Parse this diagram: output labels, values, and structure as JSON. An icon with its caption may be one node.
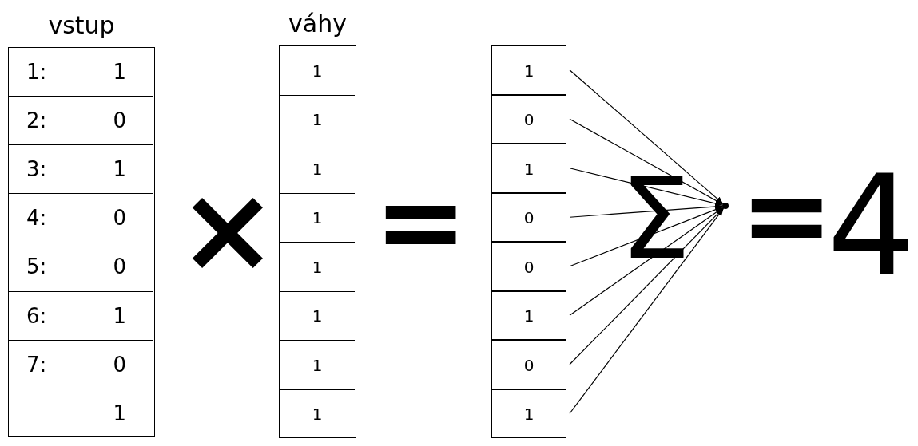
{
  "diagram": {
    "nodes": [
      {
        "text": [
          "vstup"
        ]
      },
      {
        "text": [
          "1:",
          "1"
        ],
        "in": 0
      },
      {
        "text": [
          "2:",
          "0"
        ],
        "in": 0
      },
      {
        "text": [
          "3:",
          "1"
        ],
        "in": 0
      },
      {
        "text": [
          "4:",
          "0"
        ],
        "in": 0
      },
      {
        "text": [
          "5:",
          "0"
        ],
        "in": 0
      },
      {
        "text": [
          "6:",
          "1"
        ],
        "in": 0
      },
      {
        "text": [
          "7:",
          "0"
        ],
        "in": 0
      },
      {
        "text": [
          "1"
        ],
        "in": 0
      },
      {
        "text": [
          "váhy"
        ]
      },
      {
        "text": [
          "1"
        ],
        "in": 9
      },
      {
        "text": [
          "1"
        ],
        "in": 9
      },
      {
        "text": [
          "1"
        ],
        "in": 9
      },
      {
        "text": [
          "1"
        ],
        "in": 9
      },
      {
        "text": [
          "1"
        ],
        "in": 9
      },
      {
        "text": [
          "1"
        ],
        "in": 9
      },
      {
        "text": [
          "1"
        ],
        "in": 9
      },
      {
        "text": [
          "1"
        ],
        "in": 9
      },
      {
        "text": [
          "1"
        ]
      },
      {
        "text": [
          "0"
        ]
      },
      {
        "text": [
          "1"
        ]
      },
      {
        "text": [
          "0"
        ]
      },
      {
        "text": [
          "0"
        ]
      },
      {
        "text": [
          "1"
        ]
      },
      {
        "text": [
          "0"
        ]
      },
      {
        "text": [
          "1"
        ]
      },
      {
        "text": [],
        "shape": "circle"
      }
    ],
    "edges": [
      {
        "from": 18,
        "to": 26,
        "arrow": "to"
      },
      {
        "from": 19,
        "to": 26,
        "arrow": "to"
      },
      {
        "from": 20,
        "to": 26,
        "arrow": "to"
      },
      {
        "from": 21,
        "to": 26,
        "arrow": "to"
      },
      {
        "from": 22,
        "to": 26,
        "arrow": "to"
      },
      {
        "from": 23,
        "to": 26,
        "arrow": "to"
      },
      {
        "from": 24,
        "to": 26,
        "arrow": "to"
      },
      {
        "from": 25,
        "to": 26,
        "arrow": "to"
      }
    ],
    "labels": [
      "×",
      "=",
      "Σ",
      "=",
      "4"
    ]
  }
}
